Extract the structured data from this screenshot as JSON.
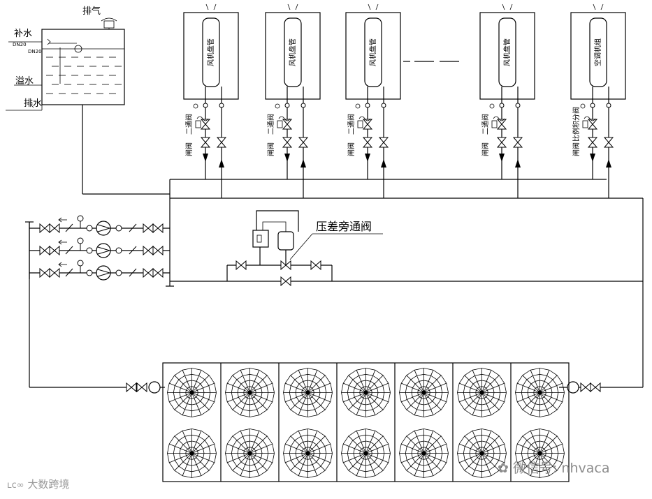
{
  "tank": {
    "vent_label": "排气",
    "makeup_label": "补水",
    "pipe_size_1": "DN20",
    "pipe_size_2": "DN20",
    "overflow_label": "溢水",
    "drain_label": "排水"
  },
  "units": [
    {
      "name": "风机盘管",
      "valve1": "二通阀",
      "valve2": "闸阀"
    },
    {
      "name": "风机盘管",
      "valve1": "二通阀",
      "valve2": "闸阀"
    },
    {
      "name": "风机盘管",
      "valve1": "二通阀",
      "valve2": "闸阀"
    },
    {
      "name": "风机盘管",
      "valve1": "二通阀",
      "valve2": "闸阀"
    },
    {
      "name": "空调机组",
      "valve1": "比例积分阀",
      "valve2": "闸阀"
    }
  ],
  "bypass_label": "压差旁通阀",
  "cooling_fans": {
    "rows": 2,
    "cols": 7
  },
  "watermark_left": "大数跨境",
  "watermark_right": "微信号: nhvaca"
}
